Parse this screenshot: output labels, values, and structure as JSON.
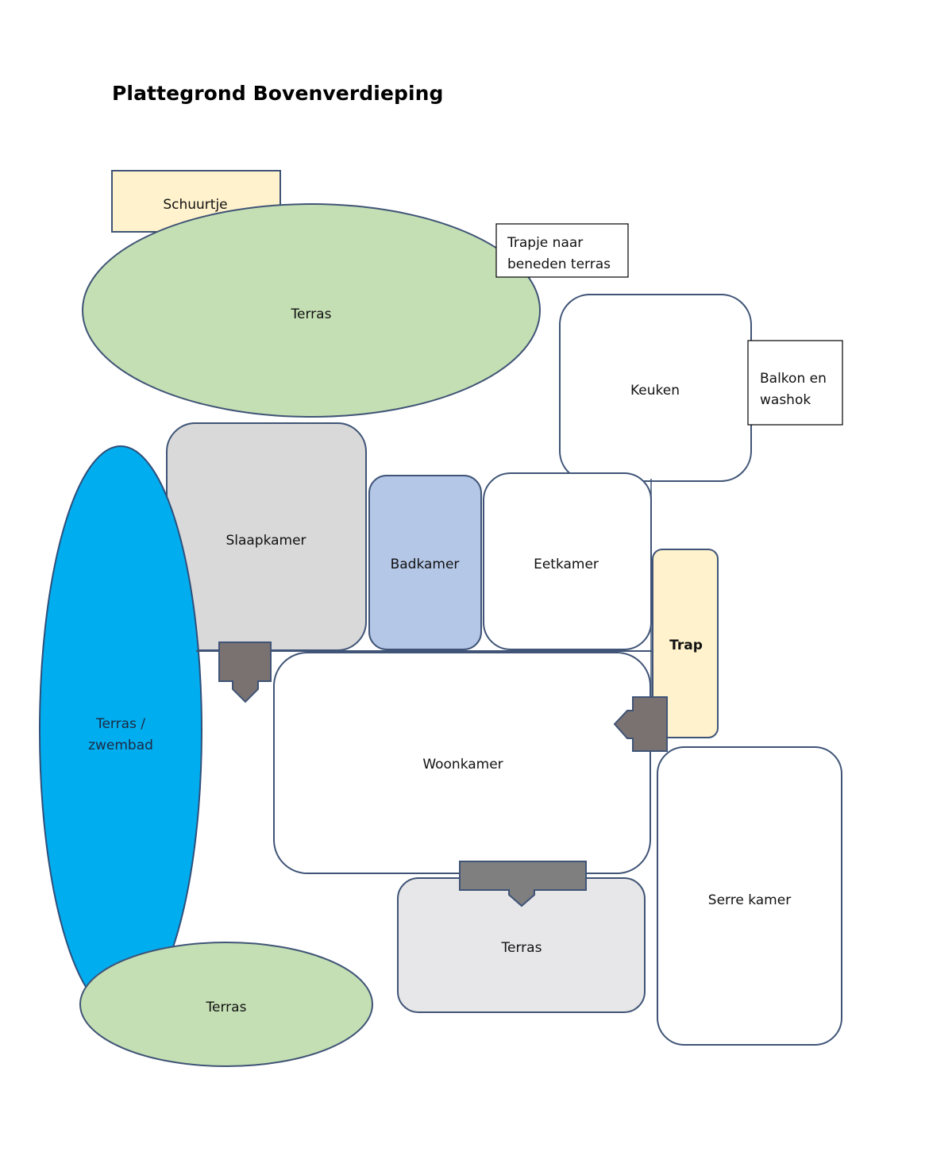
{
  "title": "Plattegrond Bovenverdieping",
  "colors": {
    "stroke": "#3f5476",
    "green_terrace": "#c5dfb4",
    "pool_blue": "#00adef",
    "bedroom_grey": "#d9d9d9",
    "bathroom_blue": "#b4c7e7",
    "stairs_yellow": "#fff2cc",
    "shed_yellow": "#fff2cc",
    "terrace_grey": "#e7e6e8",
    "arrow_grey": "#7f7f7f",
    "white": "#ffffff"
  },
  "rooms": {
    "schuurtje": "Schuurtje",
    "terras_top": "Terras",
    "trapje_line1": "Trapje naar",
    "trapje_line2": "beneden terras",
    "keuken": "Keuken",
    "balkon_line1": "Balkon en",
    "balkon_line2": "washok",
    "slaapkamer": "Slaapkamer",
    "badkamer": "Badkamer",
    "eetkamer": "Eetkamer",
    "trap": "Trap",
    "pool_line1": "Terras /",
    "pool_line2": "zwembad",
    "woonkamer": "Woonkamer",
    "terras_bottom_middle": "Terras",
    "serre_kamer": "Serre kamer",
    "terras_bottom_left": "Terras"
  },
  "arrows": [
    {
      "name": "arrow-slaapkamer-to-hallway",
      "direction": "down"
    },
    {
      "name": "arrow-trap-to-woonkamer",
      "direction": "left"
    },
    {
      "name": "arrow-woonkamer-to-terras",
      "direction": "down"
    }
  ]
}
